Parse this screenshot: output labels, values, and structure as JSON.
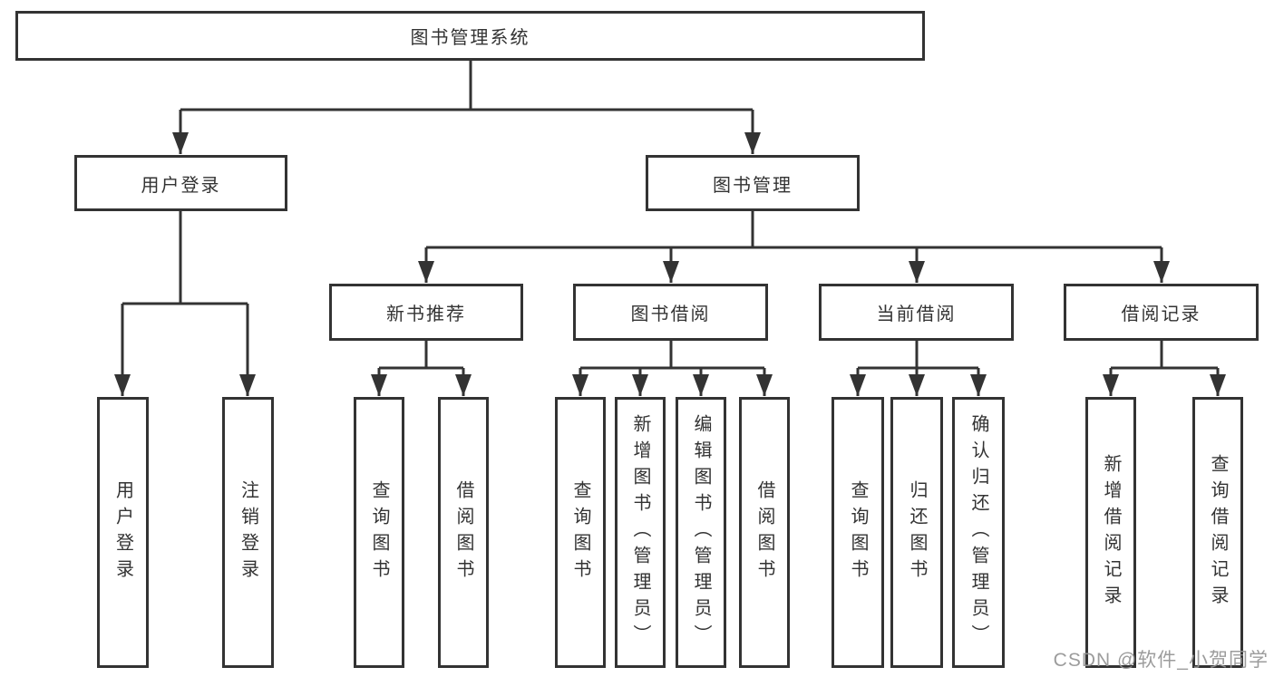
{
  "colors": {
    "line": "#333333",
    "box_border": "#333333",
    "text": "#333333",
    "background": "#ffffff",
    "watermark": "#949494"
  },
  "watermark": "CSDN @软件_小贺同学",
  "tree": {
    "root": "图书管理系统",
    "branches": [
      {
        "label": "用户登录",
        "children": [
          {
            "label": "用户登录"
          },
          {
            "label": "注销登录"
          }
        ]
      },
      {
        "label": "图书管理",
        "children": [
          {
            "label": "新书推荐",
            "children": [
              {
                "label": "查询图书"
              },
              {
                "label": "借阅图书"
              }
            ]
          },
          {
            "label": "图书借阅",
            "children": [
              {
                "label": "查询图书"
              },
              {
                "label": "新增图书（管理员）"
              },
              {
                "label": "编辑图书（管理员）"
              },
              {
                "label": "借阅图书"
              }
            ]
          },
          {
            "label": "当前借阅",
            "children": [
              {
                "label": "查询图书"
              },
              {
                "label": "归还图书"
              },
              {
                "label": "确认归还（管理员）"
              }
            ]
          },
          {
            "label": "借阅记录",
            "children": [
              {
                "label": "新增借阅记录"
              },
              {
                "label": "查询借阅记录"
              }
            ]
          }
        ]
      }
    ]
  }
}
